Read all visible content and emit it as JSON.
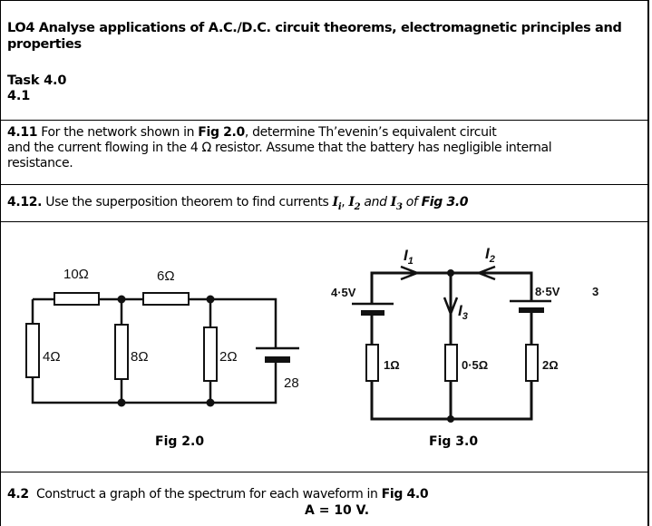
{
  "heading": {
    "line1": "LO4 Analyse applications of A.C./D.C. circuit theorems, electromagnetic principles and",
    "line2": "properties"
  },
  "task": {
    "title": "Task 4.0",
    "subtitle": "4.1"
  },
  "q411": {
    "number": "4.11",
    "text_a": "For the network shown in ",
    "fig_ref": "Fig 2.0",
    "text_b": ", determine Th’evenin’s equivalent circuit",
    "line2": "and the current flowing in the 4 Ω resistor. Assume that the battery has negligible internal",
    "line3": "resistance."
  },
  "q412": {
    "number": "4.12.",
    "text_a": " Use the superposition theorem to find currents ",
    "i1": "I",
    "i1_sub": "i",
    "comma": ", ",
    "i2": "I",
    "i2_sub": "2",
    "and": " and ",
    "i3": "I",
    "i3_sub": "3",
    "of": " of ",
    "fig_ref": "Fig 3.0"
  },
  "fig2": {
    "caption": "Fig 2.0",
    "resistors": {
      "r_top_left": "10Ω",
      "r_top_right": "6Ω",
      "r_left": "4Ω",
      "r_mid": "8Ω",
      "r_right": "2Ω"
    },
    "battery": "28V"
  },
  "fig3": {
    "caption": "Fig 3.0",
    "currents": {
      "i1": "I",
      "i1_sub": "1",
      "i2": "I",
      "i2_sub": "2",
      "i3": "I",
      "i3_sub": "3"
    },
    "batteries": {
      "left": "4·5V",
      "right": "8·5V"
    },
    "resistors": {
      "left": "1Ω",
      "mid": "0·5Ω",
      "right": "2Ω"
    },
    "stray_mark": "3"
  },
  "q42": {
    "number": "4.2",
    "text_a": "  Construct a graph of the spectrum for each waveform in ",
    "fig_ref": "Fig 4.0",
    "amplitude": "A = 10 V."
  }
}
